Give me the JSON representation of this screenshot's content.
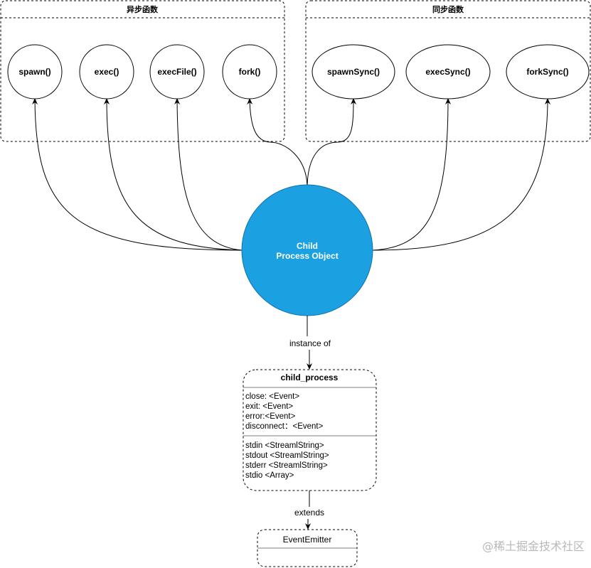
{
  "groups": {
    "async": {
      "title": "异步函数",
      "functions": [
        "spawn()",
        "exec()",
        "execFile()",
        "fork()"
      ]
    },
    "sync": {
      "title": "同步函数",
      "functions": [
        "spawnSync()",
        "execSync()",
        "forkSync()"
      ]
    }
  },
  "center_node": {
    "line1": "Child",
    "line2": "Process Object",
    "fill_color": "#1ba1e2"
  },
  "edges": {
    "instance_label": "instance of",
    "extends_label": "extends"
  },
  "child_process": {
    "title": "child_process",
    "events": [
      "close: <Event>",
      "exit: <Event>",
      "error:<Event>",
      "disconnect：<Event>"
    ],
    "streams": [
      "stdin <StreamlString>",
      "stdout <StreamlString>",
      "stderr <StreamlString>",
      "stdio <Array>"
    ]
  },
  "event_emitter": {
    "title": "EventEmitter"
  },
  "watermark": "@稀土掘金技术社区"
}
